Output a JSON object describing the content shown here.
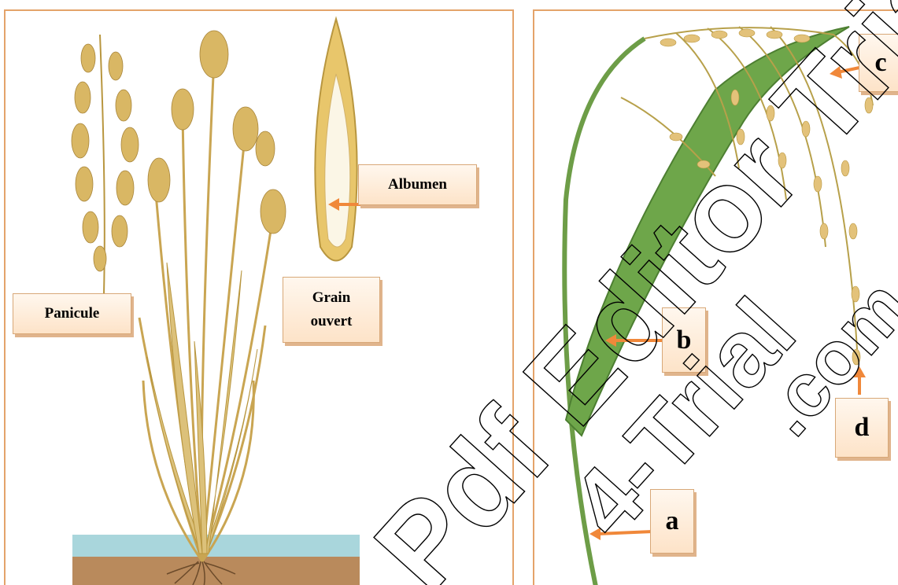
{
  "left_panel": {
    "labels": {
      "panicule": "Panicule",
      "grain_line1": "Grain",
      "grain_line2": "ouvert",
      "albumen": "Albumen"
    }
  },
  "right_panel": {
    "labels": {
      "a": "a",
      "b": "b",
      "c": "c",
      "d": "d"
    }
  },
  "watermark": {
    "text1": "Pdf Editor Trial",
    "text2": "4-Trial",
    "text3": ".com"
  },
  "colors": {
    "frame": "#e4a36a",
    "arrow": "#f0883a",
    "label_fill": "#fde3c8",
    "plant_straw": "#d9b764",
    "leaf_green": "#5f9a3e",
    "water": "#a9d6dc",
    "soil": "#b98a5c"
  }
}
